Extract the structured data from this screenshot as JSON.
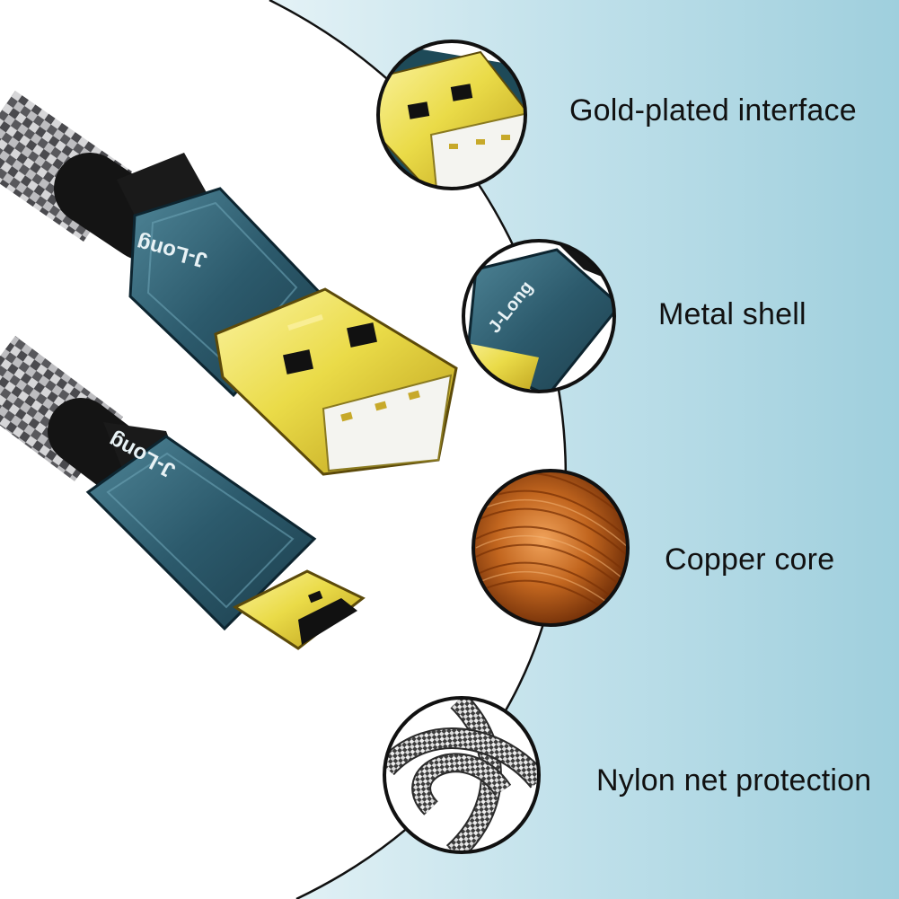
{
  "features": [
    {
      "label": "Gold-plated interface"
    },
    {
      "label": "Metal shell"
    },
    {
      "label": "Copper core"
    },
    {
      "label": "Nylon net protection"
    }
  ],
  "brand": {
    "logo_text": "J-Long"
  },
  "colors": {
    "background_panel": "#b8dbe6",
    "shell_blue": "#2e5c6e",
    "gold": "#e6d23c",
    "copper": "#b4561c",
    "braid_gray": "#8a8a8a"
  },
  "icons": [
    "usb-a-closeup-icon",
    "metal-shell-closeup-icon",
    "copper-coil-icon",
    "nylon-braid-icon"
  ]
}
